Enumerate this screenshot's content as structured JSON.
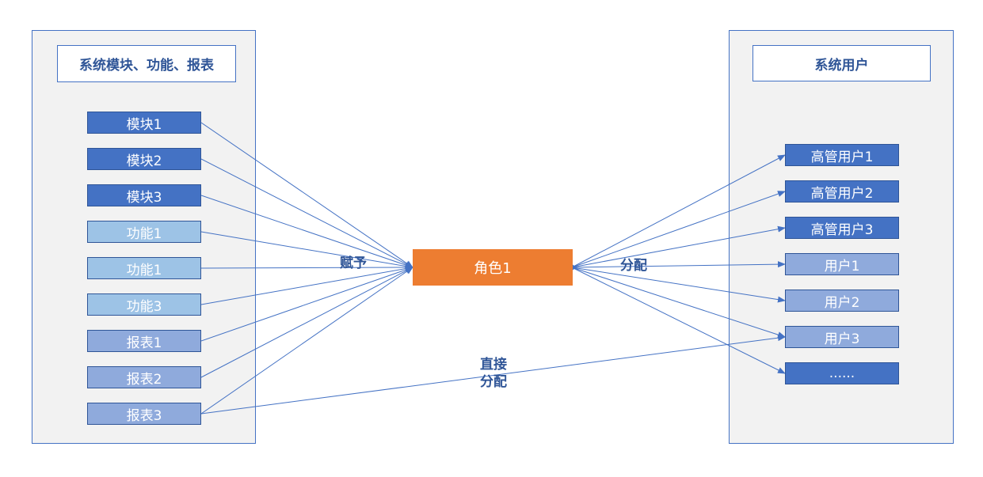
{
  "colors": {
    "panel_bg": "#f2f2f2",
    "border": "#4472c4",
    "title_text": "#2f5597",
    "module": "#4472c4",
    "function": "#9dc3e6",
    "report": "#8faadc",
    "senior_user": "#4472c4",
    "user": "#8faadc",
    "role": "#ed7d31",
    "edge": "#4472c4"
  },
  "left_panel": {
    "title": "系统模块、功能、报表",
    "items": [
      {
        "label": "模块1",
        "kind": "module"
      },
      {
        "label": "模块2",
        "kind": "module"
      },
      {
        "label": "模块3",
        "kind": "module"
      },
      {
        "label": "功能1",
        "kind": "function"
      },
      {
        "label": "功能1",
        "kind": "function"
      },
      {
        "label": "功能3",
        "kind": "function"
      },
      {
        "label": "报表1",
        "kind": "report"
      },
      {
        "label": "报表2",
        "kind": "report"
      },
      {
        "label": "报表3",
        "kind": "report"
      }
    ]
  },
  "role": {
    "label": "角色1"
  },
  "right_panel": {
    "title": "系统用户",
    "items": [
      {
        "label": "高管用户1",
        "kind": "senior_user"
      },
      {
        "label": "高管用户2",
        "kind": "senior_user"
      },
      {
        "label": "高管用户3",
        "kind": "senior_user"
      },
      {
        "label": "用户1",
        "kind": "user"
      },
      {
        "label": "用户2",
        "kind": "user"
      },
      {
        "label": "用户3",
        "kind": "user"
      },
      {
        "label": "......",
        "kind": "senior_user"
      }
    ]
  },
  "edges": {
    "grant_label": "赋予",
    "assign_label": "分配",
    "direct_label_line1": "直接",
    "direct_label_line2": "分配"
  }
}
